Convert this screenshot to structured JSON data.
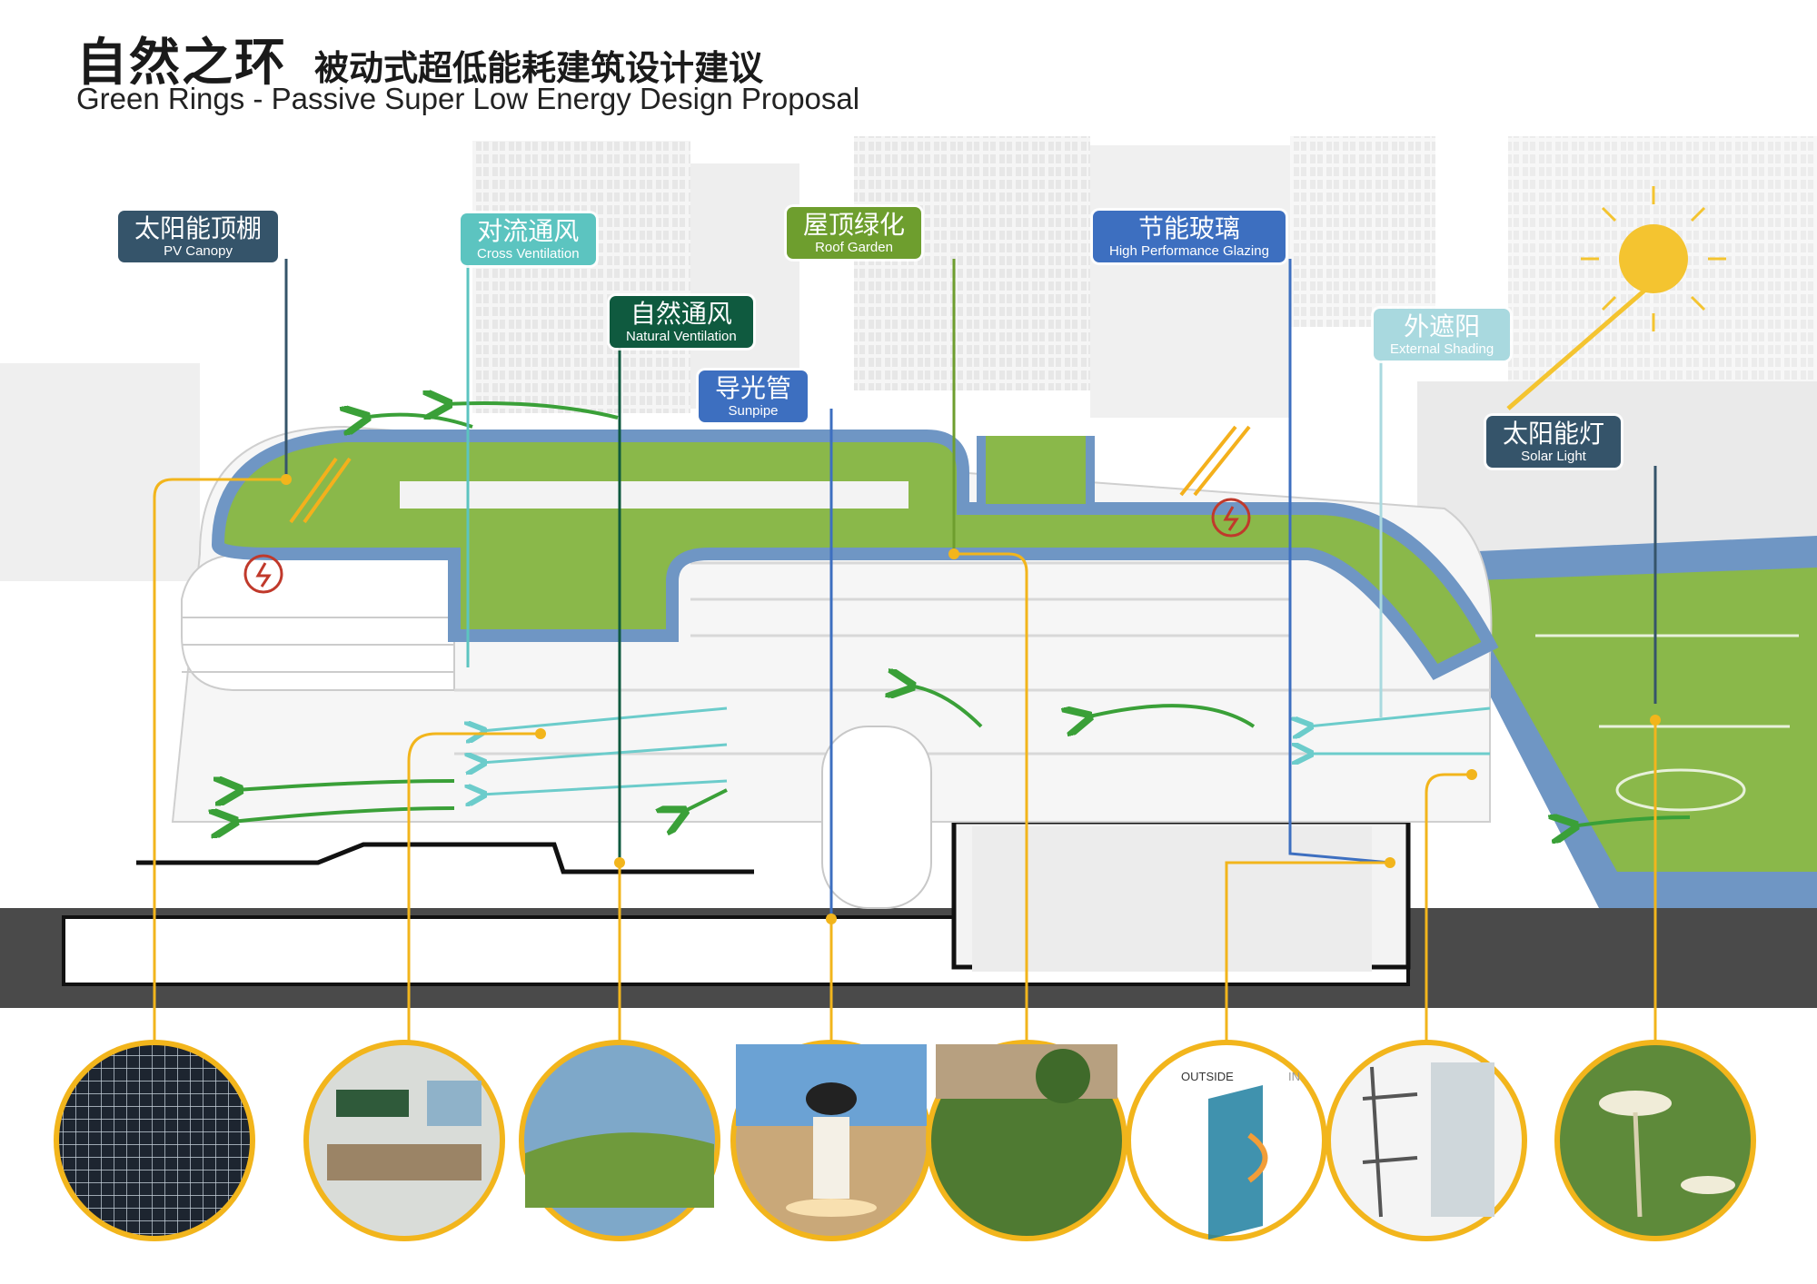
{
  "title": {
    "cn_main": "自然之环",
    "cn_sub": "被动式超低能耗建筑设计建议",
    "en": "Green Rings - Passive Super Low Energy Design Proposal"
  },
  "colors": {
    "dark_slate": "#35546a",
    "teal": "#5cc4c0",
    "dark_green": "#0f5a3f",
    "olive_green": "#6e9e2e",
    "blue": "#3d6fc0",
    "light_teal": "#a9d9df",
    "callout_yellow": "#f2b51c",
    "grass": "#8ab84a",
    "track": "#7ea8cf"
  },
  "labels": [
    {
      "id": "pv-canopy",
      "cn": "太阳能顶棚",
      "en": "PV Canopy",
      "color": "#35546a"
    },
    {
      "id": "cross-ventilation",
      "cn": "对流通风",
      "en": "Cross Ventilation",
      "color": "#5cc4c0"
    },
    {
      "id": "roof-garden",
      "cn": "屋顶绿化",
      "en": "Roof Garden",
      "color": "#6e9e2e"
    },
    {
      "id": "natural-ventilation",
      "cn": "自然通风",
      "en": "Natural Ventilation",
      "color": "#0f5a3f"
    },
    {
      "id": "sunpipe",
      "cn": "导光管",
      "en": "Sunpipe",
      "color": "#3d6fc0"
    },
    {
      "id": "high-performance-glazing",
      "cn": "节能玻璃",
      "en": "High Performance Glazing",
      "color": "#3d6fc0"
    },
    {
      "id": "external-shading",
      "cn": "外遮阳",
      "en": "External Shading",
      "color": "#a9d9df"
    },
    {
      "id": "solar-light",
      "cn": "太阳能灯",
      "en": "Solar Light",
      "color": "#35546a"
    }
  ],
  "photos": [
    {
      "name": "pv-panels-photo"
    },
    {
      "name": "classroom-photo"
    },
    {
      "name": "wheat-field-photo"
    },
    {
      "name": "sunpipe-photo"
    },
    {
      "name": "roof-garden-photo"
    },
    {
      "name": "glazing-diagram-photo",
      "text": [
        "OUTSIDE",
        "IN"
      ]
    },
    {
      "name": "shading-section-photo"
    },
    {
      "name": "solar-lamp-photo"
    }
  ]
}
